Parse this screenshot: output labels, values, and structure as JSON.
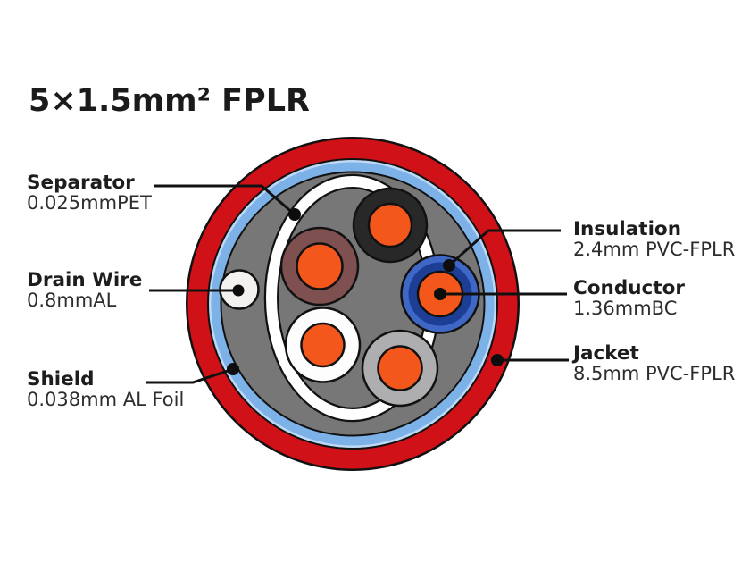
{
  "title": "5×1.5mm² FPLR",
  "labels": {
    "separator": {
      "name": "Separator",
      "value": "0.025mmPET"
    },
    "drain_wire": {
      "name": "Drain Wire",
      "value": "0.8mmAL"
    },
    "shield": {
      "name": "Shield",
      "value": "0.038mm AL Foil"
    },
    "insulation": {
      "name": "Insulation",
      "value": "2.4mm PVC-FPLR"
    },
    "conductor": {
      "name": "Conductor",
      "value": "1.36mmBC"
    },
    "jacket": {
      "name": "Jacket",
      "value": "8.5mm PVC-FPLR"
    }
  },
  "colors": {
    "ink": "#111111",
    "jacket_red": "#d01117",
    "shield_blue": "#7db2e8",
    "shield_blue_light": "#bdd9f5",
    "filler_gray": "#787778",
    "separator_white": "#ffffff",
    "drain_white": "#f3f2f0",
    "insulation_black": "#282828",
    "insulation_brown": "#7e504f",
    "insulation_blue_outer": "#3f67c5",
    "insulation_blue_inner": "#1c3e95",
    "insulation_white": "#fdfdfd",
    "insulation_gray": "#aeaeb0",
    "conductor_orange": "#f4571c"
  }
}
